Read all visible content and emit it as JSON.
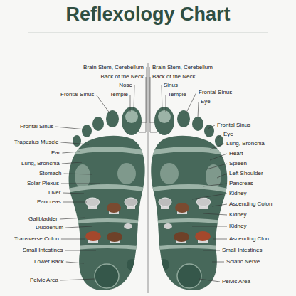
{
  "diagram": {
    "title": "Reflexology Chart",
    "labels": [
      "Brain Stem, Cerebellum",
      "Back of the Neck",
      "Nose",
      "Temple",
      "Frontal Sinus",
      "Frontal Sinus",
      "Trapezius Muscle",
      "Ear",
      "Lung, Bronchia",
      "Stomach",
      "Solar Plexus",
      "Liver",
      "Pancreas",
      "Gallbladder",
      "Duodenum",
      "Transverse Colon",
      "Small Intestines",
      "Lower Back",
      "Pelvic Area",
      "Brain Stem, Cerebellum",
      "Back of the Neck",
      "Sinus",
      "Temple",
      "Frontal Sinus",
      "Eye",
      "Frontal Sinus",
      "Eye",
      "Lung, Bronchia",
      "Heart",
      "Spleen",
      "Left Shoulder",
      "Pancreas",
      "Kidney",
      "Ascending Colon",
      "Kidney",
      "Kidney",
      "Ascending Clon",
      "Small Intestines",
      "Sciatic Nerve",
      "Pelvic Area"
    ]
  }
}
